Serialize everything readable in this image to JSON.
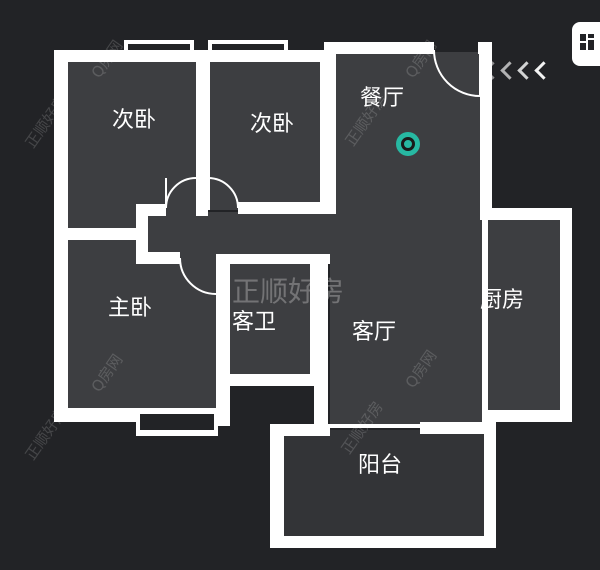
{
  "rooms": {
    "bedroom_secondary_1": "次卧",
    "bedroom_secondary_2": "次卧",
    "dining_room": "餐厅",
    "master_bedroom": "主卧",
    "guest_bathroom": "客卫",
    "living_room": "客厅",
    "kitchen": "厨房",
    "balcony": "阳台"
  },
  "watermarks": {
    "brand_center": "正顺好房",
    "diagonal_brand": "正顺好房",
    "diagonal_site": "Q房网"
  },
  "icons": {
    "position_marker": "location-marker-icon",
    "entrance_arrows": "entrance-arrows-icon",
    "top_right_button": "floorplan-toggle-icon"
  },
  "colors": {
    "background": "#222326",
    "room_fill": "#3d3e41",
    "wall": "#ffffff",
    "marker": "#27b8a2"
  }
}
